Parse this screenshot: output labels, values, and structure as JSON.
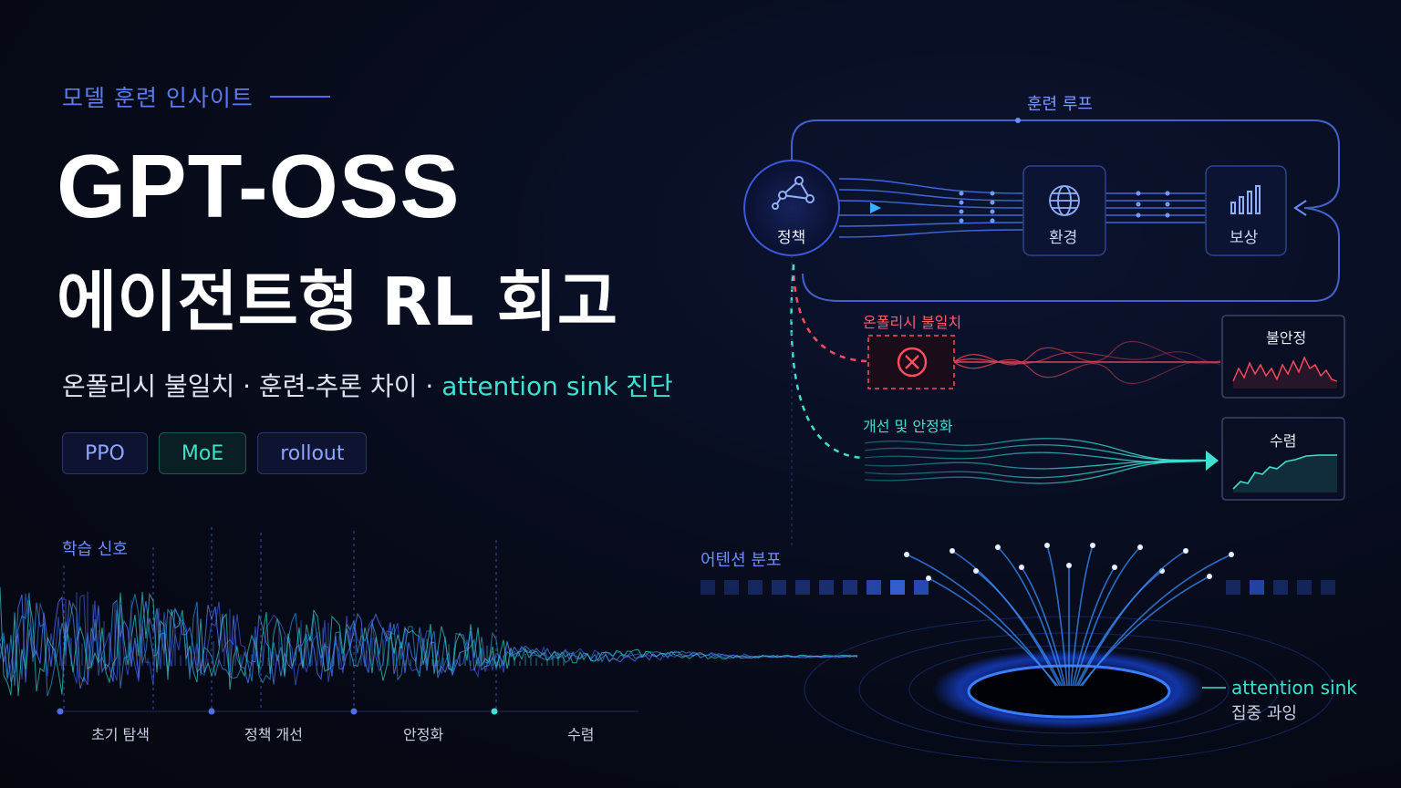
{
  "header": {
    "eyebrow": "모델 훈련 인사이트",
    "title_line1": "GPT-OSS",
    "title_line2": "에이전트형 RL 회고",
    "subtitle_main": "온폴리시 불일치 · 훈련-추론 차이 · ",
    "subtitle_accent": "attention sink 진단"
  },
  "tags": [
    "PPO",
    "MoE",
    "rollout"
  ],
  "loop": {
    "title": "훈련 루프",
    "nodes": [
      "정책",
      "환경",
      "보상"
    ],
    "mismatch_label": "온폴리시 불일치",
    "improve_label": "개선 및 안정화",
    "unstable_label": "불안정",
    "converge_label": "수렴"
  },
  "signal": {
    "title": "학습 신호",
    "phases": [
      "초기 탐색",
      "정책 개선",
      "안정화",
      "수렴"
    ]
  },
  "attention": {
    "title": "어텐션 분포",
    "sink_label": "attention sink",
    "sink_sub": "집중 과잉"
  },
  "colors": {
    "accent_blue": "#4f6fe8",
    "accent_teal": "#3fe0d0",
    "danger_red": "#ff4d5e",
    "background": "#070b1a"
  }
}
